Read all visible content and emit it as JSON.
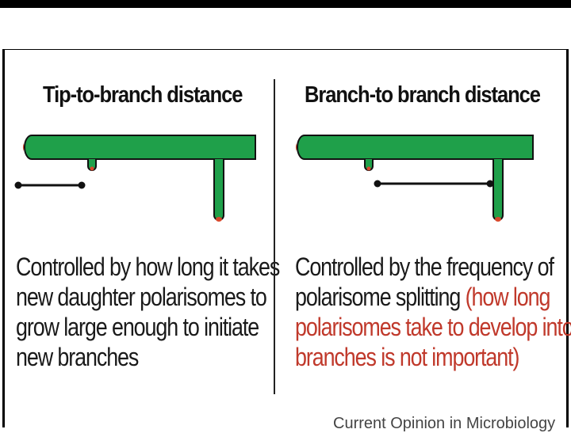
{
  "left_panel": {
    "title": "Tip-to-branch distance",
    "caption_lines": [
      "Controlled by how long it takes",
      "new daughter polarisomes to",
      "grow large enough to initiate",
      "new branches"
    ]
  },
  "right_panel": {
    "title": "Branch-to branch distance",
    "caption_lines_plain": [
      "Controlled by the frequency of",
      "polarisome splitting "
    ],
    "caption_highlight_inline": "(how long",
    "caption_lines_highlight": [
      "polarisomes take to develop into",
      "branches is not important)"
    ]
  },
  "credit": "Current Opinion in Microbiology",
  "colors": {
    "hypha_fill": "#1fa04a",
    "hypha_stroke": "#111111",
    "polarisome": "#d9472b",
    "highlight_text": "#c0392b"
  }
}
